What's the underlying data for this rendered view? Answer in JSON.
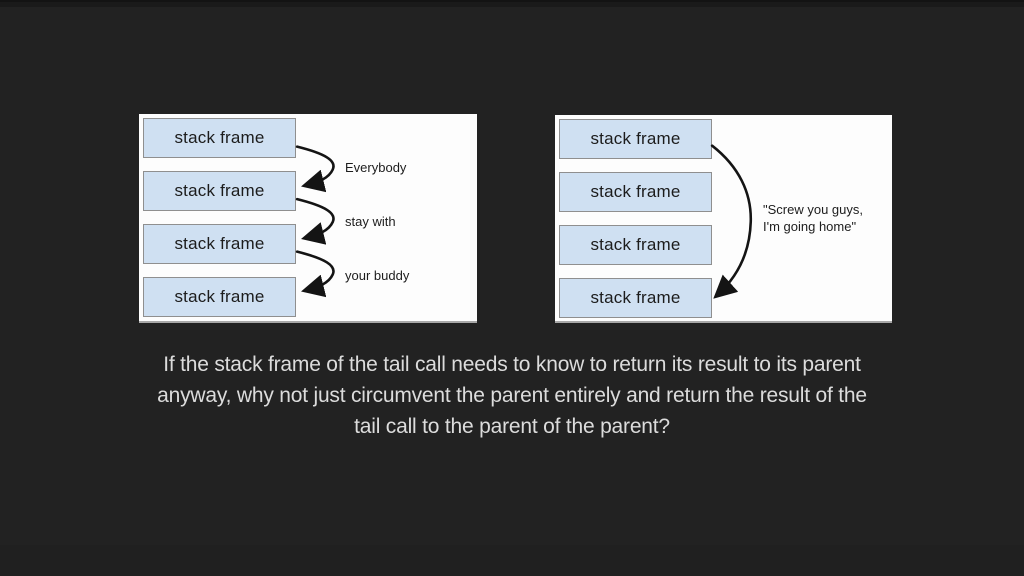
{
  "slide": {
    "question_lines": [
      "If the stack frame of the tail call needs to know to return its result to its parent",
      "anyway, why not just circumvent the parent entirely and return the result of the",
      "tail call to the parent of the parent?"
    ]
  },
  "left_panel": {
    "boxes": [
      "stack frame",
      "stack frame",
      "stack frame",
      "stack frame"
    ],
    "arrow_labels": [
      "Everybody",
      "stay with",
      "your buddy"
    ]
  },
  "right_panel": {
    "boxes": [
      "stack frame",
      "stack frame",
      "stack frame",
      "stack frame"
    ],
    "arrow_label_lines": [
      "\"Screw you guys,",
      "I'm going home\""
    ]
  },
  "colors": {
    "background": "#222222",
    "top_bar": "#1a1a1a",
    "panel_background": "#fdfdfd",
    "box_fill": "#cfe0f2",
    "box_border": "#8f8f8f",
    "arrow": "#141414",
    "diagram_text": "#1d1d1d",
    "question_text": "#dcdcdc"
  }
}
